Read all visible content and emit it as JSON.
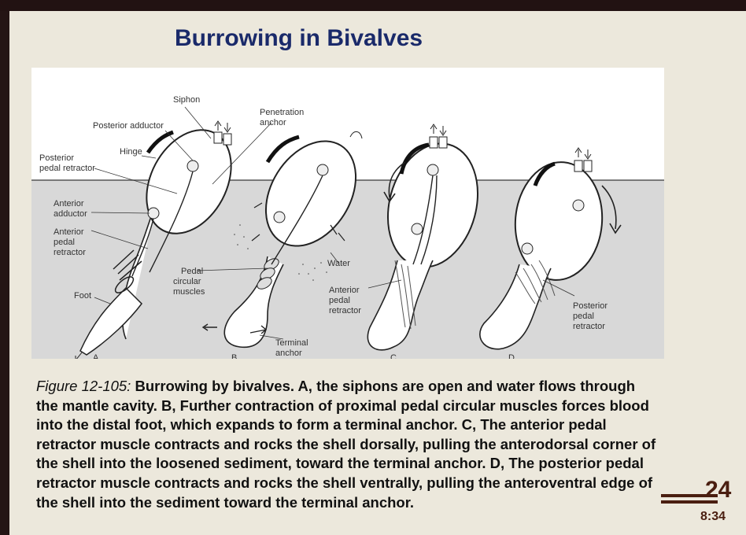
{
  "slide": {
    "title": "Burrowing in Bivalves",
    "page_number": "24",
    "time": "8:34"
  },
  "figure": {
    "labels": {
      "siphon": "Siphon",
      "posterior_adductor": "Posterior adductor",
      "hinge": "Hinge",
      "posterior_pedal_retractor_1": "Posterior",
      "posterior_pedal_retractor_2": "pedal retractor",
      "anterior_adductor_1": "Anterior",
      "anterior_adductor_2": "adductor",
      "anterior_pedal_retractor_a1": "Anterior",
      "anterior_pedal_retractor_a2": "pedal",
      "anterior_pedal_retractor_a3": "retractor",
      "foot": "Foot",
      "penetration_anchor_1": "Penetration",
      "penetration_anchor_2": "anchor",
      "pedal_circular_1": "Pedal",
      "pedal_circular_2": "circular",
      "pedal_circular_3": "muscles",
      "water": "Water",
      "terminal_anchor_1": "Terminal",
      "terminal_anchor_2": "anchor",
      "anterior_pedal_retractor_c1": "Anterior",
      "anterior_pedal_retractor_c2": "pedal",
      "anterior_pedal_retractor_c3": "retractor",
      "posterior_pedal_retractor_d1": "Posterior",
      "posterior_pedal_retractor_d2": "pedal",
      "posterior_pedal_retractor_d3": "retractor"
    },
    "panels": [
      "A",
      "B",
      "C",
      "D"
    ]
  },
  "caption": {
    "label": "Figure 12-105:",
    "text": " Burrowing by bivalves. A, the siphons are open and water flows through the mantle cavity.  B, Further contraction of proximal pedal circular muscles forces blood into the distal foot, which expands to form a terminal anchor.  C, The anterior pedal retractor muscle contracts and rocks the shell dorsally, pulling the anterodorsal corner of the shell into the loosened sediment, toward the terminal anchor.  D, The posterior pedal retractor muscle contracts and rocks the shell ventrally, pulling the anteroventral edge of the shell into the sediment toward the terminal anchor."
  }
}
